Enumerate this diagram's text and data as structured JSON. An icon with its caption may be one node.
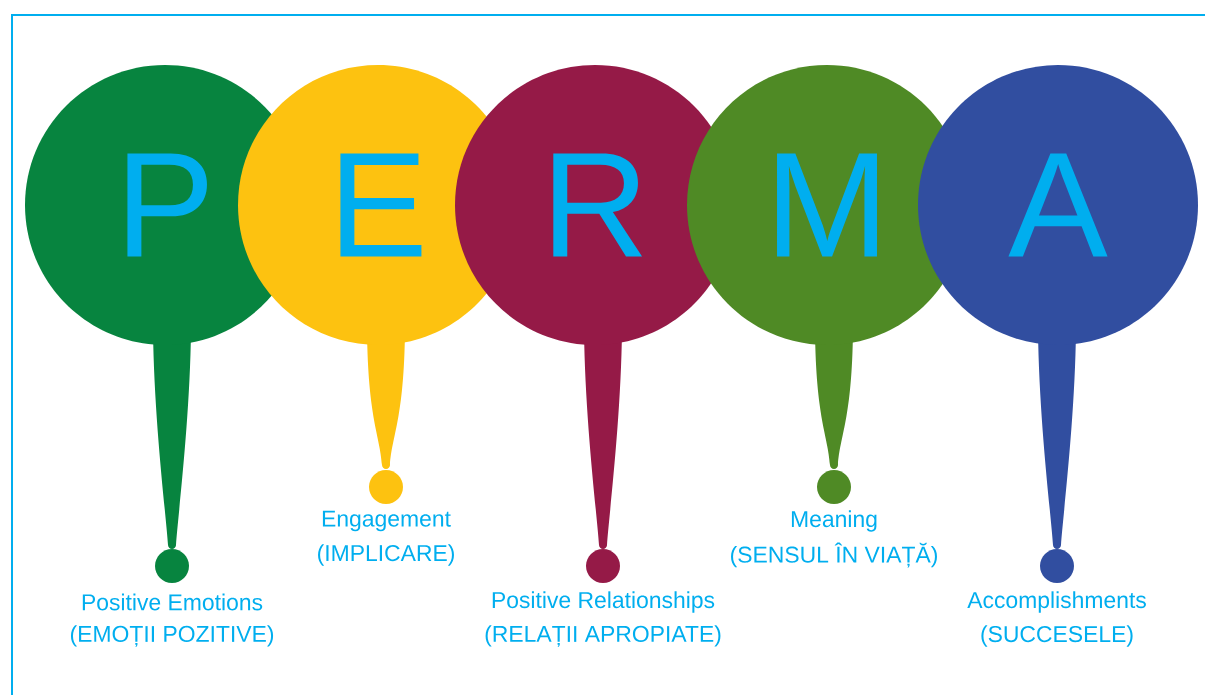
{
  "diagram": {
    "nodes": [
      {
        "text": [
          "P"
        ],
        "beside": [
          "Positive Emotions",
          "(EMOȚII POZITIVE)"
        ]
      },
      {
        "text": [
          "E"
        ],
        "beside": [
          "Engagement",
          "(IMPLICARE)"
        ]
      },
      {
        "text": [
          "R"
        ],
        "beside": [
          "Positive Relationships",
          "(RELAȚII APROPIATE)"
        ]
      },
      {
        "text": [
          "M"
        ],
        "beside": [
          "Meaning",
          "(SENSUL ÎN VIAȚĂ)"
        ]
      },
      {
        "text": [
          "A"
        ],
        "beside": [
          "Accomplishments",
          "(SUCCESELE)"
        ]
      }
    ]
  }
}
